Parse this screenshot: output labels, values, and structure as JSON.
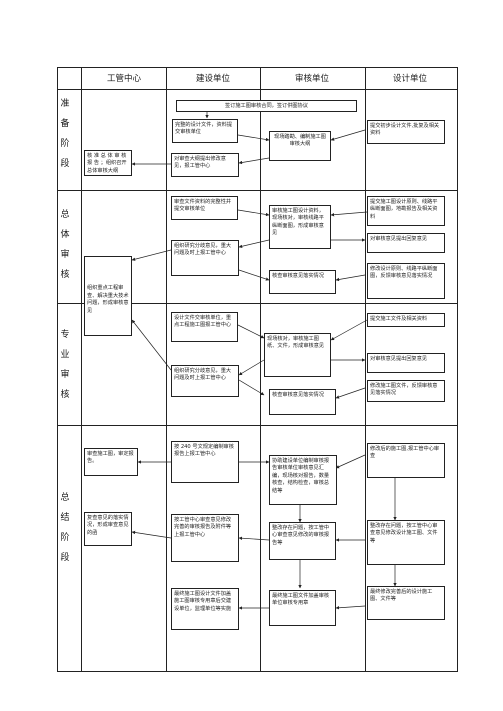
{
  "headers": [
    "工管中心",
    "建设单位",
    "审核单位",
    "设计单位"
  ],
  "stages": [
    "准备阶段",
    "总体审核",
    "专业审核",
    "总结阶段"
  ],
  "boxes": {
    "contract": "签订施工图审核合同，签订供图协议",
    "prep_design_docs": "完整的设计文件，资料提交审核单位",
    "prep_site_survey": "现场踏勘、编制施工图审核大纲",
    "prep_submit_docs": "提交初步设计文件,批复及相关资料",
    "prep_pm_review": "对审查大纲提出修改意见，报工管中心",
    "prep_approve": "核 准 总 体 审 核 报 告 ；组织召开总体审核大纲",
    "overall_submit": "审查文件资料的完整性并提交审核单位",
    "overall_review": "审核施工图设计资料，现场核对，审核线路平纵断面图，形成审核意见",
    "overall_design_submit": "提交施工图设计原则、线路平纵断面图，地勘报告及相关资料",
    "overall_org": "组织研究分歧意见，重大问题及时上报工管中心",
    "overall_reply": "对审核意见提出回复意见",
    "overall_check": "核查审核意见落实情况",
    "overall_modify": "修改设计原则、线路平纵断面图，反馈审核意见落实情况",
    "pm_major": "组织重点工程审查、解决重大技术问题，形成审核意见",
    "pro_submit": "设计文件交审核单位，重点工程施工图报工管中心",
    "pro_review": "现场核对，审核施工图纸、文件，形成审核意见",
    "pro_design_submit": "提交施工文件及相关资料",
    "pro_org": "组织研究分歧意见，重大问题及时上报工管中心",
    "pro_reply": "对审核意见提出回复意见",
    "pro_check": "核查审核意见落实情况",
    "pro_modify": "修改施工图文件，反馈审核意见落实情况",
    "sum_review_report": "审查施工图，审定报告。",
    "sum_submit_report": "按 240 号文规定编制审核报告上报工管中心",
    "sum_coordinate": "协助建设单位编制审核报告审核单位审核意见汇编，现场核对报告，数量核查，结构检查，审核总结等",
    "sum_revised_docs": "修改后的施工图,报工管中心审查",
    "sum_assess": "复查意见的落实情况，形成审查意见的函",
    "sum_pm_opinion": "按工管中心审查意见修改完善的审核报告及附件等上报工管中心",
    "sum_rectify": "整改存在问题，按工管中心审查意见修改的审核报告等",
    "sum_design_rectify": "整改存在问题，按工管中心审查意见修改设计施工图、文件等",
    "sum_final_sign": "最终施工图设计文件加盖施工图审核专用章后交建设单位，监理单位等实施",
    "sum_final_stamp": "最终施工图文件加盖审核单位审核专用章",
    "sum_final_design": "最终修改完善后的设计施工图、文件等"
  }
}
